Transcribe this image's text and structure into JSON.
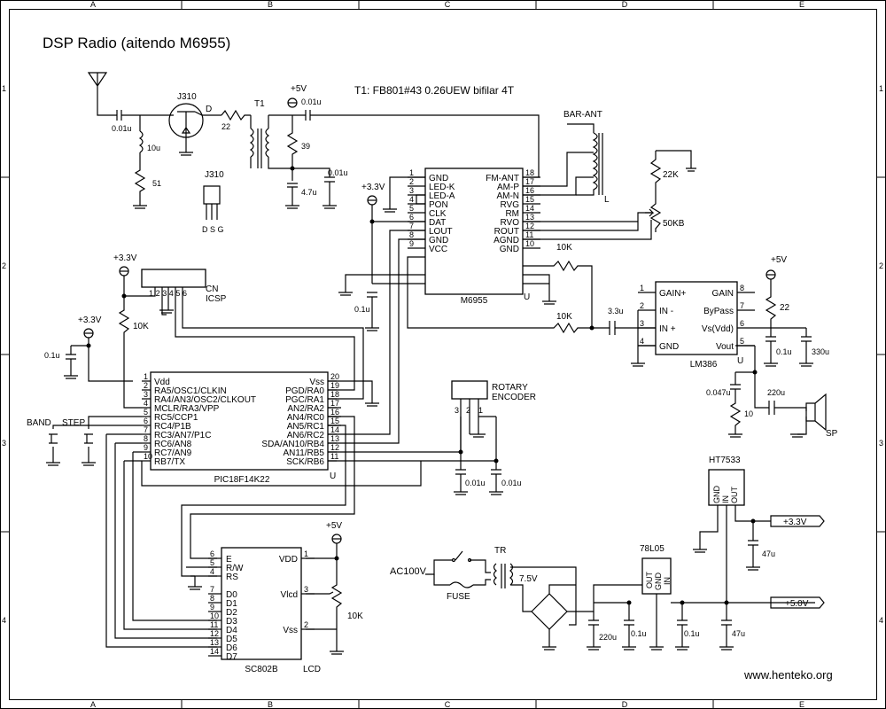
{
  "title": "DSP Radio (aitendo M6955)",
  "note_t1": "T1: FB801#43 0.26UEW bifilar 4T",
  "website": "www.henteko.org",
  "grid_cols": [
    "A",
    "B",
    "C",
    "D",
    "E"
  ],
  "grid_rows": [
    "1",
    "2",
    "3",
    "4"
  ],
  "rails": {
    "v5": "+5V",
    "v33": "+3.3V"
  },
  "outputs": {
    "out33": "+3.3V",
    "out50": "+5.0V"
  },
  "m6955": {
    "name": "M6955",
    "corner": "U",
    "left_pins": [
      {
        "num": "1",
        "label": "GND"
      },
      {
        "num": "2",
        "label": "LED-K"
      },
      {
        "num": "3",
        "label": "LED-A"
      },
      {
        "num": "4",
        "label": "PON"
      },
      {
        "num": "5",
        "label": "CLK"
      },
      {
        "num": "6",
        "label": "DAT"
      },
      {
        "num": "7",
        "label": "LOUT"
      },
      {
        "num": "8",
        "label": "GND"
      },
      {
        "num": "9",
        "label": "VCC"
      }
    ],
    "right_pins": [
      {
        "num": "18",
        "label": "FM-ANT"
      },
      {
        "num": "17",
        "label": "AM-P"
      },
      {
        "num": "16",
        "label": "AM-N"
      },
      {
        "num": "15",
        "label": "RVG"
      },
      {
        "num": "14",
        "label": "RM"
      },
      {
        "num": "13",
        "label": "RVO"
      },
      {
        "num": "12",
        "label": "ROUT"
      },
      {
        "num": "11",
        "label": "AGND"
      },
      {
        "num": "10",
        "label": "GND"
      }
    ]
  },
  "pic": {
    "name": "PIC18F14K22",
    "corner": "U",
    "left_pins": [
      {
        "num": "1",
        "label": "Vdd"
      },
      {
        "num": "2",
        "label": "RA5/OSC1/CLKIN"
      },
      {
        "num": "3",
        "label": "RA4/AN3/OSC2/CLKOUT"
      },
      {
        "num": "4",
        "label": "MCLR/RA3/VPP"
      },
      {
        "num": "5",
        "label": "RC5/CCP1"
      },
      {
        "num": "6",
        "label": "RC4/P1B"
      },
      {
        "num": "7",
        "label": "RC3/AN7/P1C"
      },
      {
        "num": "8",
        "label": "RC6/AN8"
      },
      {
        "num": "9",
        "label": "RC7/AN9"
      },
      {
        "num": "10",
        "label": "RB7/TX"
      }
    ],
    "right_pins": [
      {
        "num": "20",
        "label": "Vss"
      },
      {
        "num": "19",
        "label": "PGD/RA0"
      },
      {
        "num": "18",
        "label": "PGC/RA1"
      },
      {
        "num": "17",
        "label": "AN2/RA2"
      },
      {
        "num": "16",
        "label": "AN4/RC0"
      },
      {
        "num": "15",
        "label": "AN5/RC1"
      },
      {
        "num": "14",
        "label": "AN6/RC2"
      },
      {
        "num": "13",
        "label": "SDA/AN10/RB4"
      },
      {
        "num": "12",
        "label": "AN11/RB5"
      },
      {
        "num": "11",
        "label": "SCK/RB6"
      }
    ]
  },
  "lm386": {
    "name": "LM386",
    "corner": "U",
    "left_pins": [
      {
        "num": "1",
        "label": "GAIN+"
      },
      {
        "num": "2",
        "label": "IN -"
      },
      {
        "num": "3",
        "label": "IN +"
      },
      {
        "num": "4",
        "label": "GND"
      }
    ],
    "right_pins": [
      {
        "num": "8",
        "label": "GAIN"
      },
      {
        "num": "7",
        "label": "ByPass"
      },
      {
        "num": "6",
        "label": "Vs(Vdd)"
      },
      {
        "num": "5",
        "label": "Vout"
      }
    ]
  },
  "lcd": {
    "name": "SC802B",
    "type": "LCD",
    "left_pins": [
      {
        "num": "6",
        "label": "E"
      },
      {
        "num": "5",
        "label": "R/W"
      },
      {
        "num": "4",
        "label": "RS"
      },
      {
        "num": "7",
        "label": "D0"
      },
      {
        "num": "8",
        "label": "D1"
      },
      {
        "num": "9",
        "label": "D2"
      },
      {
        "num": "10",
        "label": "D3"
      },
      {
        "num": "11",
        "label": "D4"
      },
      {
        "num": "12",
        "label": "D5"
      },
      {
        "num": "13",
        "label": "D6"
      },
      {
        "num": "14",
        "label": "D7"
      }
    ],
    "right_pins": [
      {
        "num": "1",
        "label": "VDD"
      },
      {
        "num": "3",
        "label": "Vlcd"
      },
      {
        "num": "2",
        "label": "Vss"
      }
    ]
  },
  "icsp": {
    "name": "CN",
    "sub": "ICSP",
    "pins": [
      "1",
      "2",
      "3",
      "4",
      "5",
      "6"
    ]
  },
  "encoder": {
    "line1": "ROTARY",
    "line2": "ENCODER",
    "pins": [
      "3",
      "2",
      "1"
    ]
  },
  "regulators": {
    "ht": "HT7533",
    "ht_pins": [
      "GND",
      "IN",
      "OUT"
    ],
    "r78": "78L05",
    "r78_pins": [
      "OUT",
      "GND",
      "IN"
    ]
  },
  "labels": {
    "j310": "J310",
    "j310_pins": "D S G",
    "d": "D",
    "t1": "T1",
    "bar_ant": "BAR-ANT",
    "l": "L",
    "band": "BAND",
    "step": "STEP",
    "sp": "SP",
    "fuse": "FUSE",
    "tr": "TR",
    "ac": "AC100V",
    "v75": "7.5V"
  },
  "parts": {
    "c001u": "0.01u",
    "l10u": "10u",
    "r51": "51",
    "r22": "22",
    "r39": "39",
    "c47u": "4.7u",
    "r22k": "22K",
    "r50kb": "50KB",
    "r10k": "10K",
    "c01u": "0.1u",
    "c33u": "3.3u",
    "c330u": "330u",
    "c0047u": "0.047u",
    "r10": "10",
    "c220u": "220u",
    "c47": "47u",
    "r10k_lcd": "10K"
  }
}
